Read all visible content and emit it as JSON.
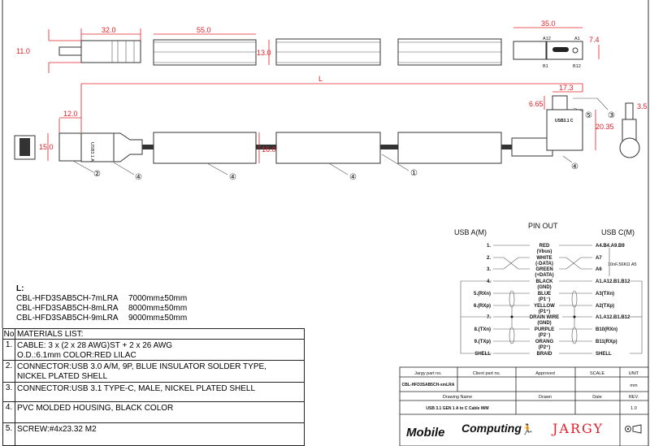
{
  "dimensions": {
    "d32": "32.0",
    "d55": "55.0",
    "d11": "11.0",
    "d13": "13.0",
    "d35": "35.0",
    "d74": "7.4",
    "L": "L",
    "d12": "12.0",
    "d15": "15.0",
    "d16": "16.0",
    "d173": "17.3",
    "d665": "6.65",
    "d2035": "20.35",
    "d35b": "3.5"
  },
  "connector_labels": {
    "a12": "A12",
    "a1": "A1",
    "b1": "B1",
    "b12": "B12",
    "usb_a_mark": "USB3.1 A",
    "usb_c_mark": "USB3.1 C"
  },
  "callouts": [
    "②",
    "④",
    "④",
    "④",
    "①",
    "⑤",
    "③",
    "④"
  ],
  "lengths": {
    "title": "L:",
    "items": [
      {
        "part": "CBL-HFD3SAB5CH-7mLRA",
        "length": "7000mm±50mm"
      },
      {
        "part": "CBL-HFD3SAB5CH-8mLRA",
        "length": "8000mm±50mm"
      },
      {
        "part": "CBL-HFD3SAB5CH-9mLRA",
        "length": "9000mm±50mm"
      }
    ]
  },
  "materials": {
    "no_header": "No",
    "title": "MATERIALS LIST:",
    "items": [
      {
        "no": "1.",
        "line1": "CABLE: 3 x (2 x 28 AWG)ST + 2 x 26 AWG",
        "line2": "O.D.:6.1mm COLOR:RED LILAC"
      },
      {
        "no": "2.",
        "line1": "CONNECTOR:USB 3.0 A/M, 9P, BLUE INSULATOR SOLDER TYPE,",
        "line2": "NICKEL PLATED SHELL"
      },
      {
        "no": "3.",
        "line1": "CONNECTOR:USB 3.1 TYPE-C, MALE, NICKEL PLATED SHELL",
        "line2": ""
      },
      {
        "no": "4.",
        "line1": "PVC MOLDED HOUSING, BLACK COLOR",
        "line2": ""
      },
      {
        "no": "5.",
        "line1": "SCREW:#4x23.32 M2",
        "line2": ""
      }
    ]
  },
  "pinout": {
    "title": "PIN OUT",
    "left_header": "USB A(M)",
    "right_header": "USB C(M)",
    "resistor_note": "10nF,56KΩ A5",
    "rows": [
      {
        "left": "1.",
        "wire": "RED",
        "sub": "(Vbus)",
        "right": "A4.B4.A9.B9"
      },
      {
        "left": "2.",
        "wire": "WHITE",
        "sub": "(-DATA)",
        "right": "A7"
      },
      {
        "left": "3.",
        "wire": "GREEN",
        "sub": "(+DATA)",
        "right": "A6"
      },
      {
        "left": "4.",
        "wire": "BLACK",
        "sub": "(GND)",
        "right": "A1.A12.B1.B12"
      },
      {
        "left": "5.(RXn)",
        "wire": "BLUE",
        "sub": "(P1⁻)",
        "right": "A3(TXn)"
      },
      {
        "left": "6.(RXp)",
        "wire": "YELLOW",
        "sub": "(P1⁺)",
        "right": "A2(TXp)"
      },
      {
        "left": "7.",
        "wire": "DRAIN WIRE",
        "sub": "(GND)",
        "right": "A1.A12.B1.B12"
      },
      {
        "left": "8.(TXn)",
        "wire": "PURPLE",
        "sub": "(P2⁻)",
        "right": "B10(RXn)"
      },
      {
        "left": "9.(TXp)",
        "wire": "ORANG",
        "sub": "(P2⁺)",
        "right": "B11(RXp)"
      },
      {
        "left": "SHELL",
        "wire": "BRAID",
        "sub": "",
        "right": "SHELL"
      }
    ]
  },
  "title_block": {
    "jargy_part_label": "Jargy part no.",
    "client_part_label": "Client part no.",
    "approved_label": "Approved",
    "scale_label": "SCALE",
    "unit_label": "UNIT",
    "jargy_part_value": "CBL-HFD3SAB5CH-xmLRA",
    "unit_value": "mm",
    "drawing_name_label": "Drawing Name",
    "drawn_label": "Drawn",
    "date_label": "Date",
    "rev_label": "REV.",
    "drawing_name_value": "USB 3.1 GEN 1 A to C Cable M/M",
    "rev_value": "1.0",
    "logo_mobile": "Mobile",
    "logo_computing": "Computing",
    "logo_jargy": "JARGY"
  },
  "colors": {
    "dimension": "#e0202a",
    "line": "#333333",
    "logo_red": "#e0202a"
  }
}
